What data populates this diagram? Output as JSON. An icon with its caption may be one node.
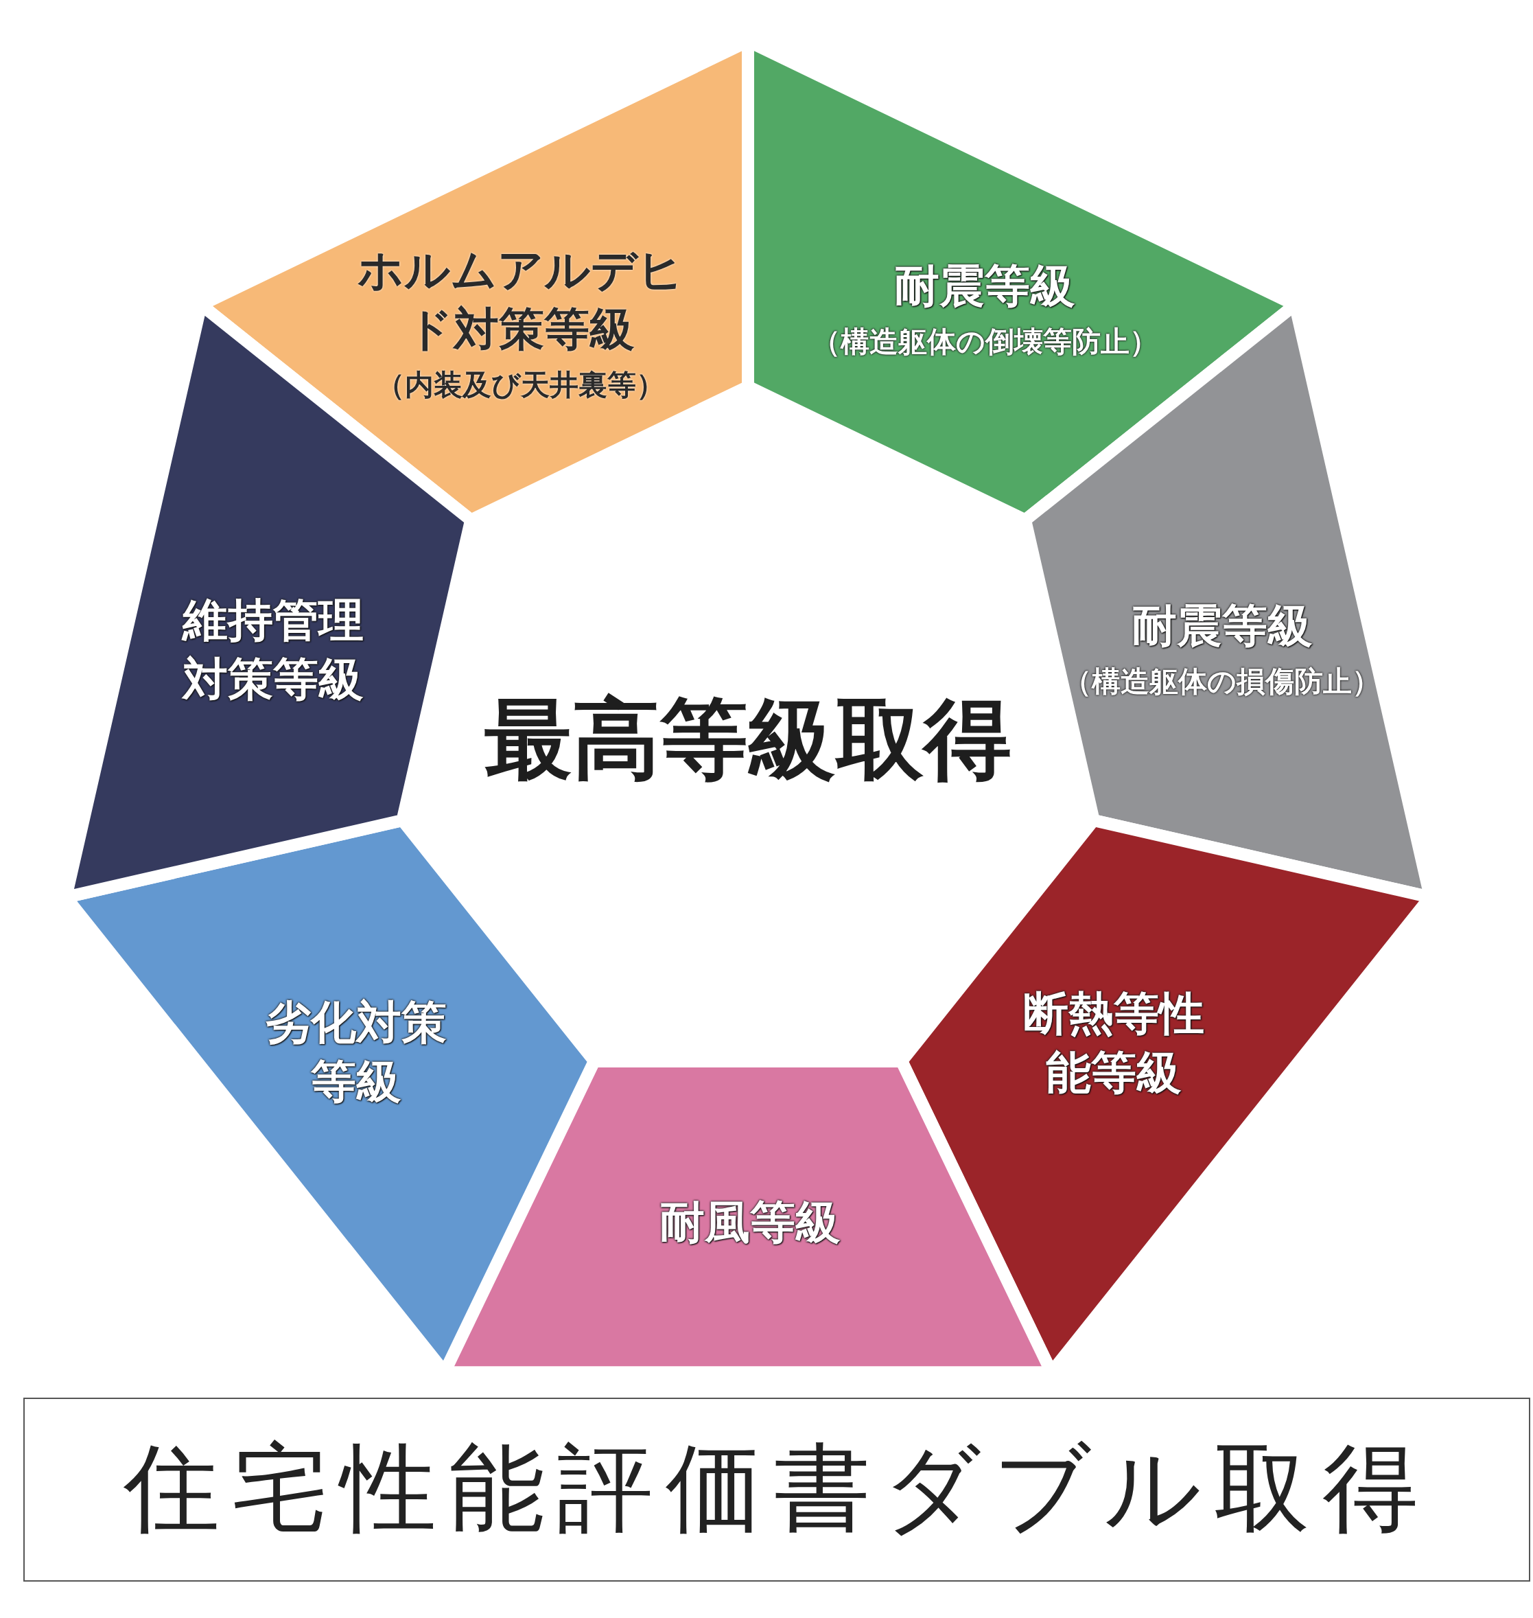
{
  "diagram": {
    "nodes": [
      {
        "text": [
          "ホルムアルデヒド対策等級",
          "（内装及び天井裏等）"
        ]
      },
      {
        "text": [
          "耐震等級",
          "（構造躯体の倒壊等防止）"
        ]
      },
      {
        "text": [
          "耐震等級",
          "（構造躯体の損傷防止）"
        ]
      },
      {
        "text": [
          "断熱等性能等級"
        ]
      },
      {
        "text": [
          "耐風等級"
        ]
      },
      {
        "text": [
          "劣化対策等級"
        ]
      },
      {
        "text": [
          "維持管理対策等級"
        ]
      },
      {
        "text": [
          "最高等級取得"
        ]
      },
      {
        "text": [
          "住宅性能評価書ダブル取得"
        ]
      }
    ]
  }
}
